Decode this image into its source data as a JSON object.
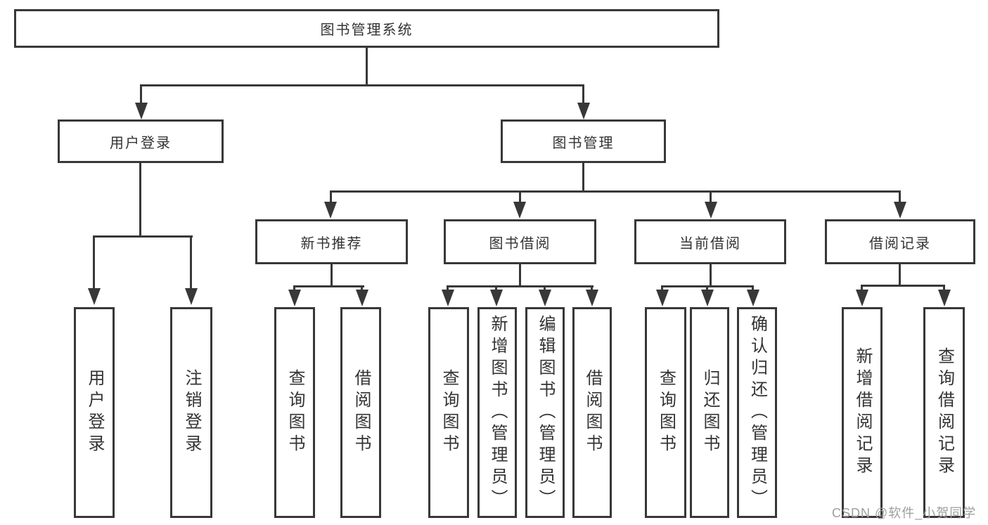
{
  "tree": {
    "root": "图书管理系统",
    "level2": [
      {
        "label": "用户登录",
        "children": [
          "用户登录",
          "注销登录"
        ]
      },
      {
        "label": "图书管理",
        "groups": [
          {
            "label": "新书推荐",
            "children": [
              "查询图书",
              "借阅图书"
            ]
          },
          {
            "label": "图书借阅",
            "children": [
              "查询图书",
              "新增图书（管理员）",
              "编辑图书（管理员）",
              "借阅图书"
            ]
          },
          {
            "label": "当前借阅",
            "children": [
              "查询图书",
              "归还图书",
              "确认归还（管理员）"
            ]
          },
          {
            "label": "借阅记录",
            "children": [
              "新增借阅记录",
              "查询借阅记录"
            ]
          }
        ]
      }
    ]
  },
  "watermark": "CSDN @软件_小贺同学",
  "colors": {
    "line": "#383838",
    "text": "#333333",
    "background": "#ffffff",
    "watermark": "#9e9e9e"
  }
}
